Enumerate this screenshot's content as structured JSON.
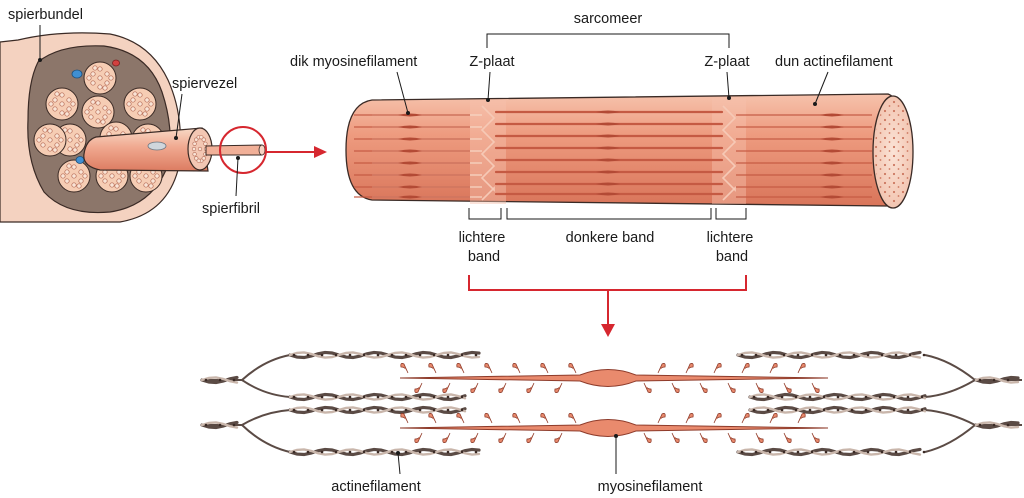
{
  "labels": {
    "spierbundel": "spierbundel",
    "spiervezel": "spiervezel",
    "spierfibril": "spierfibril",
    "sarcomeer": "sarcomeer",
    "dik_myosine": "dik myosinefilament",
    "z_plaat_left": "Z-plaat",
    "z_plaat_right": "Z-plaat",
    "dun_actine": "dun actinefilament",
    "lichtere_band_left": [
      "lichtere",
      "band"
    ],
    "donkere_band": "donkere band",
    "lichtere_band_right": [
      "lichtere",
      "band"
    ],
    "actinefilament": "actinefilament",
    "myosinefilament": "myosinefilament"
  },
  "colors": {
    "bundle_skin": "#f4d2c0",
    "fascicle_fill": "#8c766a",
    "fiber_fill": "#f6cdb4",
    "muscle_fill": "#e9896f",
    "muscle_light": "#f2b39e",
    "muscle_stripe": "#c55a43",
    "myosin": "#e98a6d",
    "actin_dark": "#5b4b45",
    "actin_light": "#c9b6ab",
    "accent_red": "#d6272f",
    "ink": "#1a1a1a"
  }
}
